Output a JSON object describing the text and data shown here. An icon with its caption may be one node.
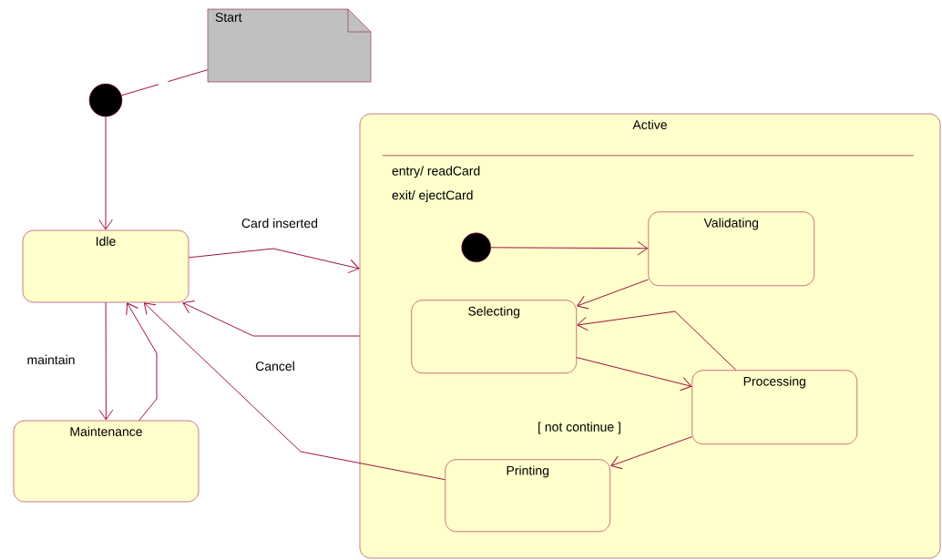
{
  "diagram": {
    "nodes": [
      {
        "text": [
          "Start"
        ]
      },
      {
        "text": [],
        "shape": "circle"
      },
      {
        "text": [
          "Idle"
        ]
      },
      {
        "text": [
          "Maintenance"
        ]
      },
      {
        "text": [
          "Active",
          "entry/ readCard",
          "exit/ ejectCard"
        ]
      },
      {
        "text": [],
        "shape": "circle",
        "in": 4
      },
      {
        "text": [
          "Validating"
        ],
        "in": 4
      },
      {
        "text": [
          "Selecting"
        ],
        "in": 4
      },
      {
        "text": [
          "Processing"
        ],
        "in": 4
      },
      {
        "text": [
          "Printing"
        ],
        "in": 4
      }
    ],
    "edges": [
      {
        "from": 0,
        "to": 1,
        "arrow": "none",
        "style": "dashed"
      },
      {
        "from": 1,
        "to": 2,
        "arrow": "to"
      },
      {
        "from": 2,
        "to": 4,
        "arrow": "to",
        "label": "Card inserted"
      },
      {
        "from": 4,
        "to": 2,
        "arrow": "to",
        "label": "Cancel"
      },
      {
        "from": 2,
        "to": 3,
        "arrow": "to",
        "label": "maintain"
      },
      {
        "from": 3,
        "to": 2,
        "arrow": "to"
      },
      {
        "from": 9,
        "to": 2,
        "arrow": "to"
      },
      {
        "from": 5,
        "to": 6,
        "arrow": "to"
      },
      {
        "from": 6,
        "to": 7,
        "arrow": "to"
      },
      {
        "from": 7,
        "to": 8,
        "arrow": "to"
      },
      {
        "from": 8,
        "to": 7,
        "arrow": "to"
      },
      {
        "from": 8,
        "to": 9,
        "arrow": "to",
        "label": "[ not continue ]"
      }
    ]
  }
}
